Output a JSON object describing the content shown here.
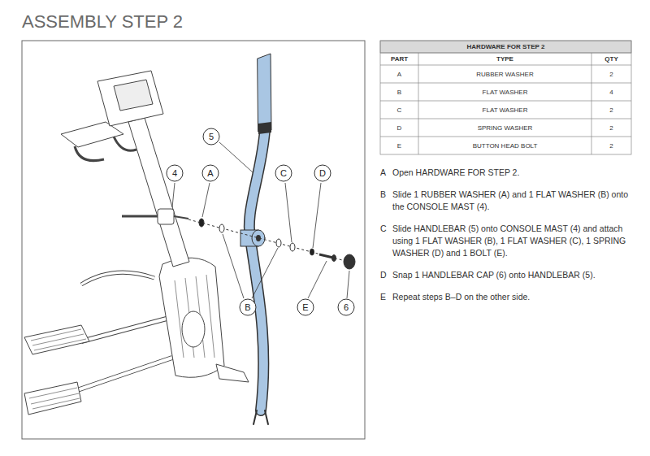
{
  "diagram": {
    "title": "ASSEMBLY STEP 2",
    "nodes": [
      {
        "text": [
          "5"
        ]
      },
      {
        "text": [
          "4"
        ]
      },
      {
        "text": [
          "A"
        ]
      },
      {
        "text": [
          "C"
        ]
      },
      {
        "text": [
          "D"
        ]
      },
      {
        "text": [
          "B"
        ]
      },
      {
        "text": [
          "E"
        ]
      },
      {
        "text": [
          "6"
        ]
      }
    ],
    "labels": [
      "HARDWARE FOR STEP 2",
      "PART",
      "TYPE",
      "QTY",
      "A",
      "RUBBER WASHER",
      "2",
      "B",
      "FLAT WASHER",
      "4",
      "C",
      "FLAT WASHER",
      "2",
      "D",
      "SPRING WASHER",
      "2",
      "E",
      "BUTTON HEAD BOLT",
      "2",
      "A",
      "Open HARDWARE FOR STEP 2.",
      "B",
      "Slide 1 RUBBER WASHER (A) and 1 FLAT WASHER (B) onto the CONSOLE MAST (4).",
      "C",
      "Slide HANDLEBAR (5) onto CONSOLE MAST (4) and attach using 1 FLAT WASHER (B), 1 FLAT WASHER (C), 1 SPRING WASHER (D) and 1 BOLT (E).",
      "D",
      "Snap 1 HANDLEBAR CAP (6) onto HANDLEBAR (5).",
      "E",
      "Repeat steps B–D on the other side."
    ]
  }
}
